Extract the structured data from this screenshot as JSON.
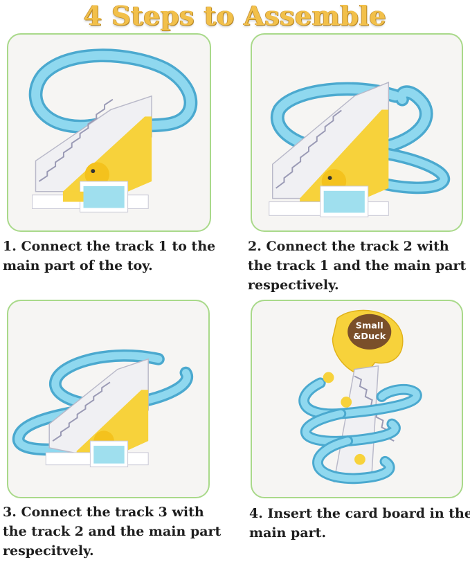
{
  "title": "4 Steps to Assemble",
  "steps": [
    {
      "lines": [
        "1. Connect the track 1 to the",
        "main part of the toy."
      ]
    },
    {
      "lines": [
        "2. Connect the track 2 with",
        "the track 1 and the main part",
        "respectively."
      ]
    },
    {
      "lines": [
        "3. Connect the track 3 with",
        "the track 2 and the main part",
        "respecitvely."
      ]
    },
    {
      "lines": [
        "4. Insert the card board in the",
        "main part."
      ]
    }
  ],
  "toy": {
    "label": "Small Duck",
    "sign_line1": "Small",
    "sign_line2": "&Duck"
  },
  "colors": {
    "track": "#7fd0ea",
    "track_edge": "#4ba9cf",
    "stairs": "#f0f0f3",
    "duck_yellow": "#f7d23b",
    "panel_border": "#a9d98a",
    "title_gold": "#f2c04a"
  }
}
